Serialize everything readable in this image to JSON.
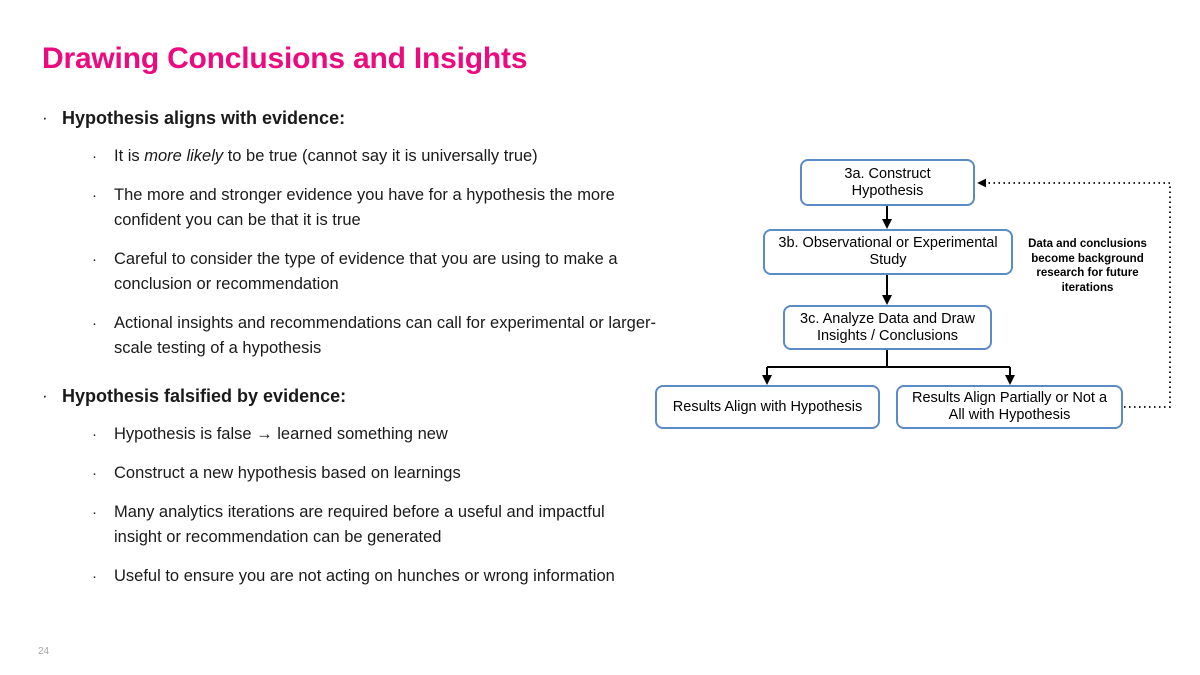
{
  "slide": {
    "title": "Drawing Conclusions and Insights",
    "page_number": "24",
    "title_color": "#ec0a7f",
    "node_border_color": "#5b8bc4"
  },
  "body": {
    "groups": [
      {
        "heading": "Hypothesis aligns with evidence:",
        "bullet_mark": "·",
        "items": [
          {
            "prefix": "It is ",
            "emphasis": "more likely",
            "suffix": " to be true (cannot say it is universally true)"
          },
          {
            "prefix": "The more and stronger evidence you have for a hypothesis the more confident you can be that it is true",
            "emphasis": "",
            "suffix": ""
          },
          {
            "prefix": "Careful to consider the type of evidence that you are using to make a conclusion or recommendation",
            "emphasis": "",
            "suffix": ""
          },
          {
            "prefix": "Actional insights and recommendations can call for experimental or larger-scale testing of a hypothesis",
            "emphasis": "",
            "suffix": ""
          }
        ]
      },
      {
        "heading": "Hypothesis falsified by evidence:",
        "bullet_mark": "·",
        "items": [
          {
            "prefix": "Hypothesis is false → learned something new",
            "emphasis": "",
            "suffix": ""
          },
          {
            "prefix": "Construct a new hypothesis based on learnings",
            "emphasis": "",
            "suffix": ""
          },
          {
            "prefix": "Many analytics iterations are required before a useful and impactful insight or recommendation can be generated",
            "emphasis": "",
            "suffix": ""
          },
          {
            "prefix": "Useful to ensure you are not acting on hunches or wrong information",
            "emphasis": "",
            "suffix": ""
          }
        ]
      }
    ]
  },
  "flowchart": {
    "nodes": {
      "construct_hypothesis": "3a. Construct Hypothesis",
      "observational_study": "3b. Observational or Experimental Study",
      "analyze_data": "3c. Analyze Data and Draw Insights / Conclusions",
      "results_align": "Results Align with Hypothesis",
      "results_partial": "Results Align Partially or Not a All with Hypothesis"
    },
    "annotation": "Data and conclusions become background research for future iterations"
  }
}
